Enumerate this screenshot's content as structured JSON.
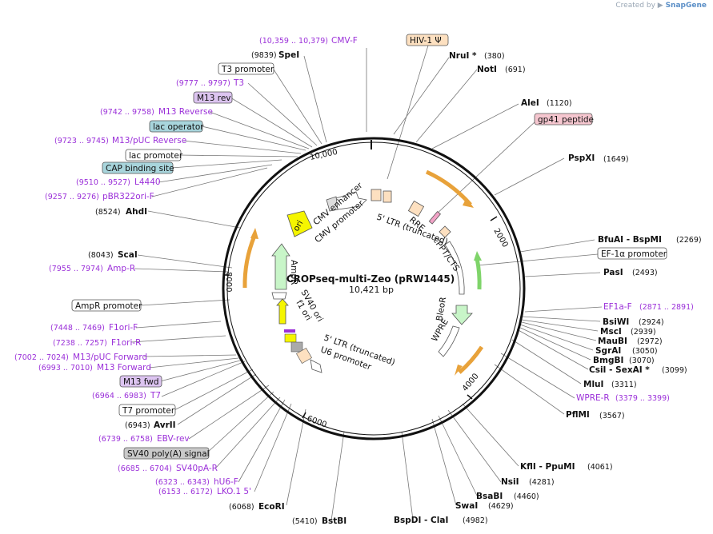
{
  "watermark": {
    "prefix": "Created by",
    "brand": "SnapGene"
  },
  "plasmid": {
    "name": "CROPseq-multi-Zeo (pRW1445)",
    "size_label": "10,421 bp"
  },
  "ticks": [
    "2000",
    "4000",
    "6000",
    "8000",
    "10,000"
  ],
  "feature_boxes": [
    {
      "label": "HIV-1 Ψ",
      "style": "peach"
    },
    {
      "label": "T3 promoter",
      "style": "white"
    },
    {
      "label": "M13 rev",
      "style": "lilac"
    },
    {
      "label": "lac operator",
      "style": "teal"
    },
    {
      "label": "lac promoter",
      "style": "white"
    },
    {
      "label": "CAP binding site",
      "style": "teal"
    },
    {
      "label": "gp41 peptide",
      "style": "pink"
    },
    {
      "label": "EF-1α promoter",
      "style": "white"
    },
    {
      "label": "AmpR promoter",
      "style": "white"
    },
    {
      "label": "M13 fwd",
      "style": "lilac"
    },
    {
      "label": "T7 promoter",
      "style": "white"
    },
    {
      "label": "SV40 poly(A) signal",
      "style": "gray"
    }
  ],
  "enzymes": [
    {
      "pos": "(9839)",
      "name": "SpeI"
    },
    {
      "pos": "(8524)",
      "name": "AhdI"
    },
    {
      "pos": "(8043)",
      "name": "ScaI"
    },
    {
      "pos": "(6943)",
      "name": "AvrII"
    },
    {
      "pos": "(6068)",
      "name": "EcoRI"
    },
    {
      "pos": "(5410)",
      "name": "BstBI"
    },
    {
      "name": "NruI *",
      "pos": "(380)"
    },
    {
      "name": "NotI",
      "pos": "(691)"
    },
    {
      "name": "AleI",
      "pos": "(1120)"
    },
    {
      "name": "PspXI",
      "pos": "(1649)"
    },
    {
      "name": "BfuAI - BspMI",
      "pos": "(2269)"
    },
    {
      "name": "PasI",
      "pos": "(2493)"
    },
    {
      "name": "BsiWI",
      "pos": "(2924)"
    },
    {
      "name": "MscI",
      "pos": "(2939)"
    },
    {
      "name": "MauBI",
      "pos": "(2972)"
    },
    {
      "name": "SgrAI",
      "pos": "(3050)"
    },
    {
      "name": "BmgBI",
      "pos": "(3070)"
    },
    {
      "name": "CsiI - SexAI *",
      "pos": "(3099)"
    },
    {
      "name": "MluI",
      "pos": "(3311)"
    },
    {
      "name": "PflMI",
      "pos": "(3567)"
    },
    {
      "name": "KflI - PpuMI",
      "pos": "(4061)"
    },
    {
      "name": "NsiI",
      "pos": "(4281)"
    },
    {
      "name": "BsaBI",
      "pos": "(4460)"
    },
    {
      "name": "SwaI",
      "pos": "(4629)"
    },
    {
      "name": "BspDI - ClaI",
      "pos": "(4982)"
    }
  ],
  "primers": [
    {
      "pos": "(10,359 .. 10,379)",
      "name": "CMV-F"
    },
    {
      "pos": "(9777 .. 9797)",
      "name": "T3"
    },
    {
      "pos": "(9742 .. 9758)",
      "name": "M13 Reverse"
    },
    {
      "pos": "(9723 .. 9745)",
      "name": "M13/pUC Reverse"
    },
    {
      "pos": "(9510 .. 9527)",
      "name": "L4440"
    },
    {
      "pos": "(9257 .. 9276)",
      "name": "pBR322ori-F"
    },
    {
      "pos": "(7955 .. 7974)",
      "name": "Amp-R"
    },
    {
      "pos": "(7448 .. 7469)",
      "name": "F1ori-F"
    },
    {
      "pos": "(7238 .. 7257)",
      "name": "F1ori-R"
    },
    {
      "pos": "(7002 .. 7024)",
      "name": "M13/pUC Forward"
    },
    {
      "pos": "(6993 .. 7010)",
      "name": "M13 Forward"
    },
    {
      "pos": "(6964 .. 6983)",
      "name": "T7"
    },
    {
      "pos": "(6739 .. 6758)",
      "name": "EBV-rev"
    },
    {
      "pos": "(6685 .. 6704)",
      "name": "SV40pA-R"
    },
    {
      "pos": "(6323 .. 6343)",
      "name": "hU6-F"
    },
    {
      "pos": "(6153 .. 6172)",
      "name": "LKO.1 5'"
    },
    {
      "name": "EF1a-F",
      "pos": "(2871 .. 2891)"
    },
    {
      "name": "WPRE-R",
      "pos": "(3379 .. 3399)"
    }
  ],
  "inner_labels": [
    "CMV enhancer",
    "CMV promoter",
    "ori",
    "AmpR",
    "SV40 ori",
    "f1 ori",
    "5' LTR (truncated)",
    "U6 promoter",
    "5' LTR (truncated)",
    "RRE",
    "cPPT/CTS",
    "BleoR",
    "WPRE"
  ],
  "colors": {
    "primer": "#9b30d9",
    "orange_arrow": "#e8a23a",
    "green_arrow": "#7fd46a",
    "yellow_arrow": "#f5f500",
    "light_green": "#c8f5c8"
  }
}
